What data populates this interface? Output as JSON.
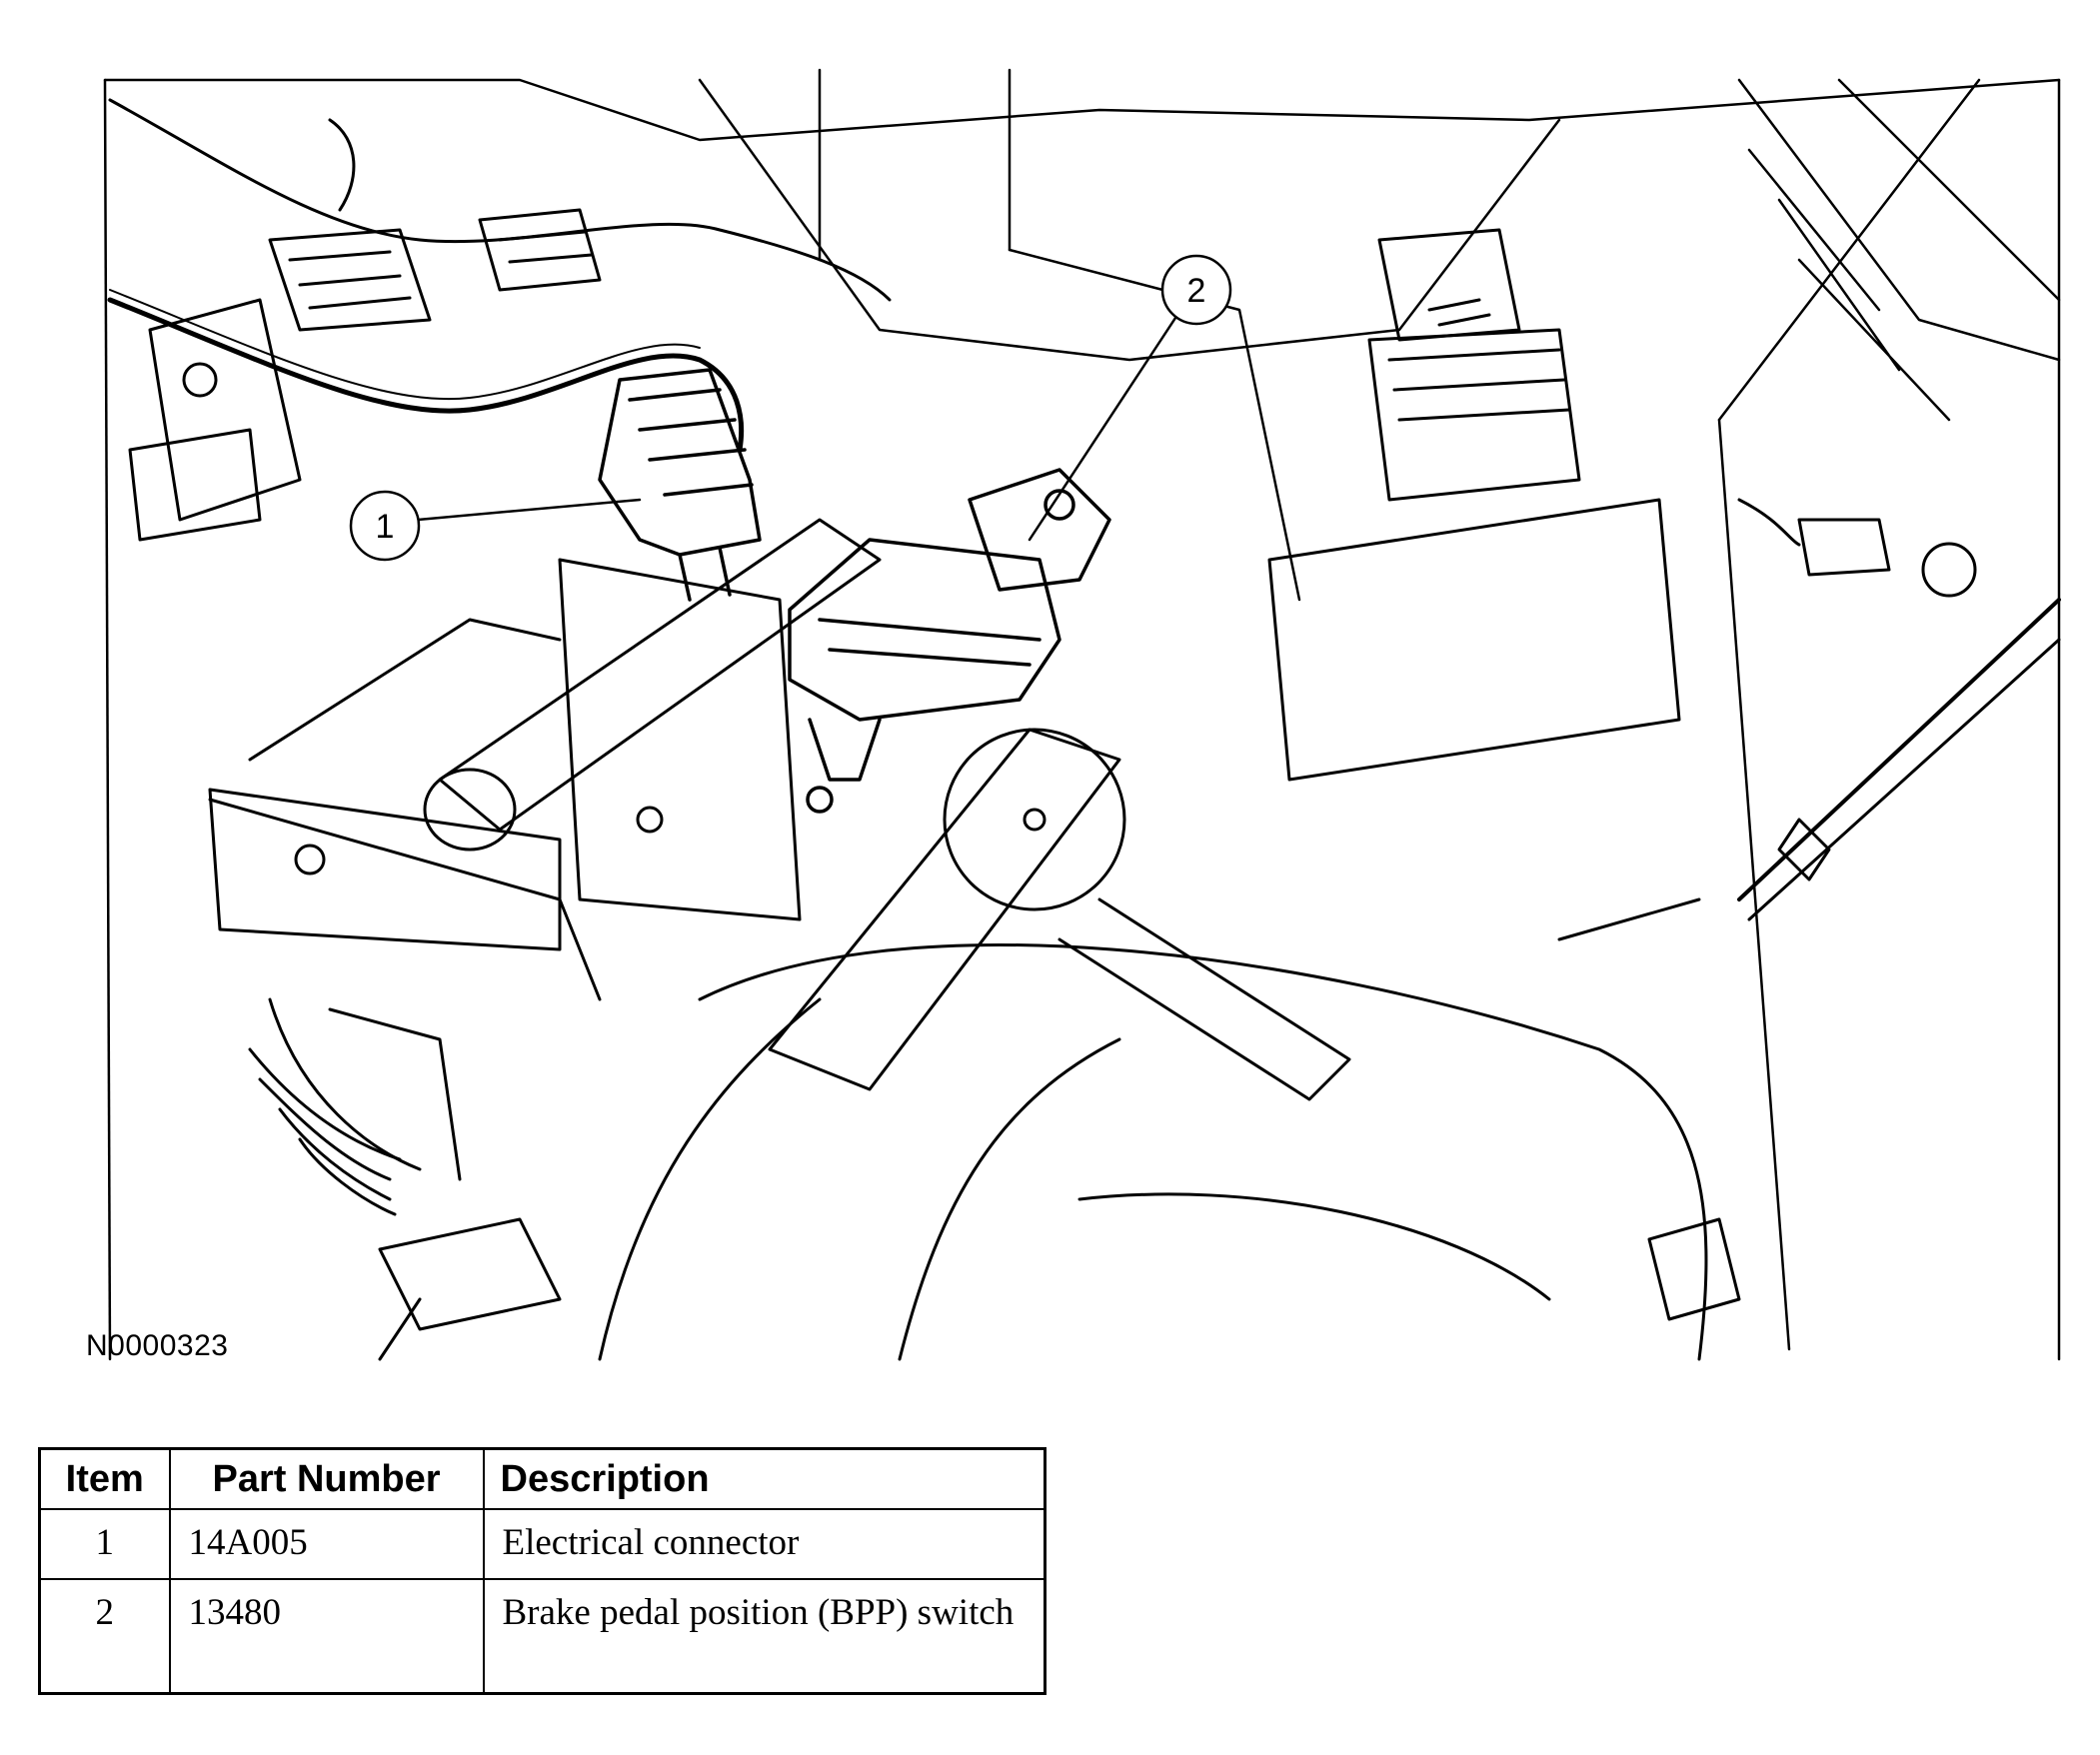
{
  "figure": {
    "id": "N0000323",
    "callouts": [
      {
        "number": "1"
      },
      {
        "number": "2"
      }
    ]
  },
  "parts_table": {
    "headers": {
      "item": "Item",
      "part_number": "Part Number",
      "description": "Description"
    },
    "rows": [
      {
        "item": "1",
        "part_number": "14A005",
        "description": "Electrical connector"
      },
      {
        "item": "2",
        "part_number": "13480",
        "description": "Brake pedal position (BPP) switch"
      }
    ]
  }
}
